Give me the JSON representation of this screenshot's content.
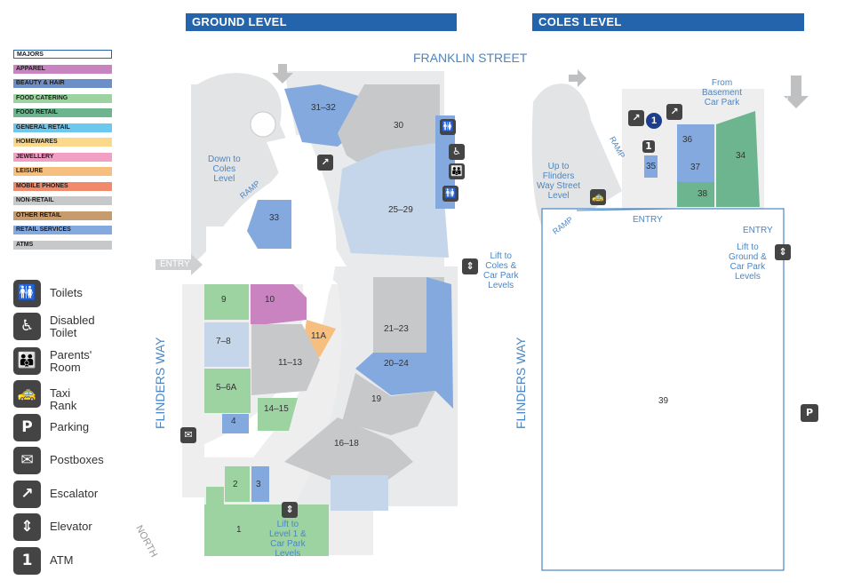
{
  "headers": {
    "ground": "GROUND LEVEL",
    "coles": "COLES LEVEL"
  },
  "streets": {
    "franklin": "FRANKLIN STREET",
    "flinders_left": "FLINDERS WAY",
    "flinders_right": "FLINDERS WAY"
  },
  "north": "NORTH",
  "legend_categories": [
    {
      "label": "MAJORS",
      "color": "#ffffff"
    },
    {
      "label": "APPAREL",
      "color": "#c983c0"
    },
    {
      "label": "BEAUTY & HAIR",
      "color": "#6d8fc9"
    },
    {
      "label": "FOOD CATERING",
      "color": "#9dd3a1"
    },
    {
      "label": "FOOD RETAIL",
      "color": "#6db58e"
    },
    {
      "label": "GENERAL RETAIL",
      "color": "#6cc8ef"
    },
    {
      "label": "HOMEWARES",
      "color": "#fbd98a"
    },
    {
      "label": "JEWELLERY",
      "color": "#f1a0c4"
    },
    {
      "label": "LEISURE",
      "color": "#f6bf80"
    },
    {
      "label": "MOBILE PHONES",
      "color": "#f08a6a"
    },
    {
      "label": "NON-RETAIL",
      "color": "#c7c8ca"
    },
    {
      "label": "OTHER RETAIL",
      "color": "#c69b6d"
    },
    {
      "label": "RETAIL SERVICES",
      "color": "#84a9de"
    },
    {
      "label": "ATMS",
      "color": "#c7c8ca"
    }
  ],
  "legend_icons": [
    {
      "icon": "toilets-icon",
      "label": "Toilets"
    },
    {
      "icon": "disabled-toilet-icon",
      "label": "Disabled\nToilet"
    },
    {
      "icon": "parents-room-icon",
      "label": "Parents'\nRoom"
    },
    {
      "icon": "taxi-icon",
      "label": "Taxi Rank"
    },
    {
      "icon": "parking-icon",
      "label": "Parking"
    },
    {
      "icon": "postbox-icon",
      "label": "Postboxes"
    },
    {
      "icon": "escalator-icon",
      "label": "Escalator"
    },
    {
      "icon": "elevator-icon",
      "label": "Elevator"
    },
    {
      "icon": "atm-icon",
      "label": "ATM"
    }
  ],
  "ground_shops": [
    "31–32",
    "30",
    "25–29",
    "33",
    "9",
    "10",
    "11A",
    "7–8",
    "11–13",
    "5–6A",
    "14–15",
    "4",
    "21–23",
    "20–24",
    "19",
    "16–18",
    "2",
    "3",
    "1"
  ],
  "coles_shops": [
    "36",
    "37",
    "38",
    "34",
    "35",
    "39"
  ],
  "ground_labels": {
    "down_coles": "Down to\nColes\nLevel",
    "ramp": "RAMP",
    "entry": "ENTRY",
    "lift_coles": "Lift to\nColes &\nCar Park\nLevels",
    "lift_level1": "Lift to\nLevel 1 &\nCar Park\nLevels"
  },
  "coles_labels": {
    "from_basement": "From\nBasement\nCar Park",
    "entry_arrow": "ENTRY",
    "up_flinders": "Up to\nFlinders\nWay Street\nLevel",
    "ramp": "RAMP",
    "ramp2": "RAMP",
    "entry1": "ENTRY",
    "entry2": "ENTRY",
    "lift_ground": "Lift to\nGround &\nCar Park\nLevels",
    "badge": "1",
    "atm": "1"
  },
  "colors": {
    "banner": "#2364ad",
    "text_blue": "#4a86c5",
    "icon_dark": "#444444"
  }
}
